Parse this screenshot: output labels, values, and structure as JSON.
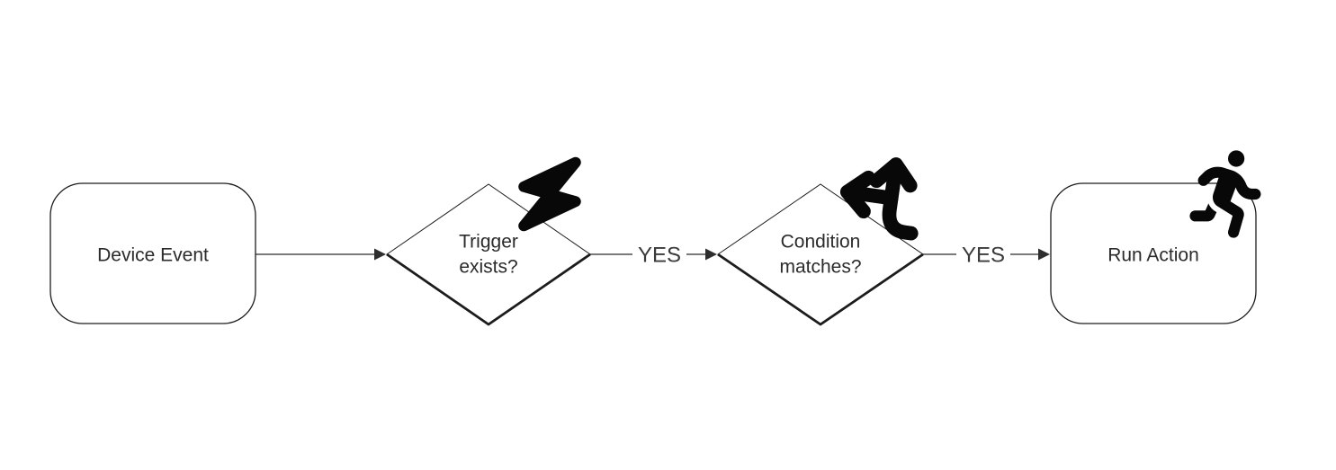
{
  "diagram": {
    "type": "flowchart",
    "direction": "left-to-right",
    "background": "#ffffff",
    "colors": {
      "shape_stroke": "#1c1c1c",
      "connector_line": "#4f4f4f",
      "arrowhead": "#2e2e2e",
      "text": "#2b2b2b",
      "edge_label_text": "#3a3a3a",
      "icon": "#080808",
      "fill": "#ffffff"
    },
    "nodes": [
      {
        "id": "device-event",
        "type": "rounded-rect",
        "lines": [
          "Device Event"
        ],
        "icon": null
      },
      {
        "id": "trigger-exists",
        "type": "diamond",
        "lines": [
          "Trigger",
          "exists?"
        ],
        "icon": "lightning-bolt-icon"
      },
      {
        "id": "condition-matches",
        "type": "diamond",
        "lines": [
          "Condition",
          "matches?"
        ],
        "icon": "arrows-split-up-left-icon"
      },
      {
        "id": "run-action",
        "type": "rounded-rect",
        "lines": [
          "Run Action"
        ],
        "icon": "person-running-icon"
      }
    ],
    "edges": [
      {
        "from": "device-event",
        "to": "trigger-exists",
        "label": ""
      },
      {
        "from": "trigger-exists",
        "to": "condition-matches",
        "label": "YES"
      },
      {
        "from": "condition-matches",
        "to": "run-action",
        "label": "YES"
      }
    ]
  }
}
